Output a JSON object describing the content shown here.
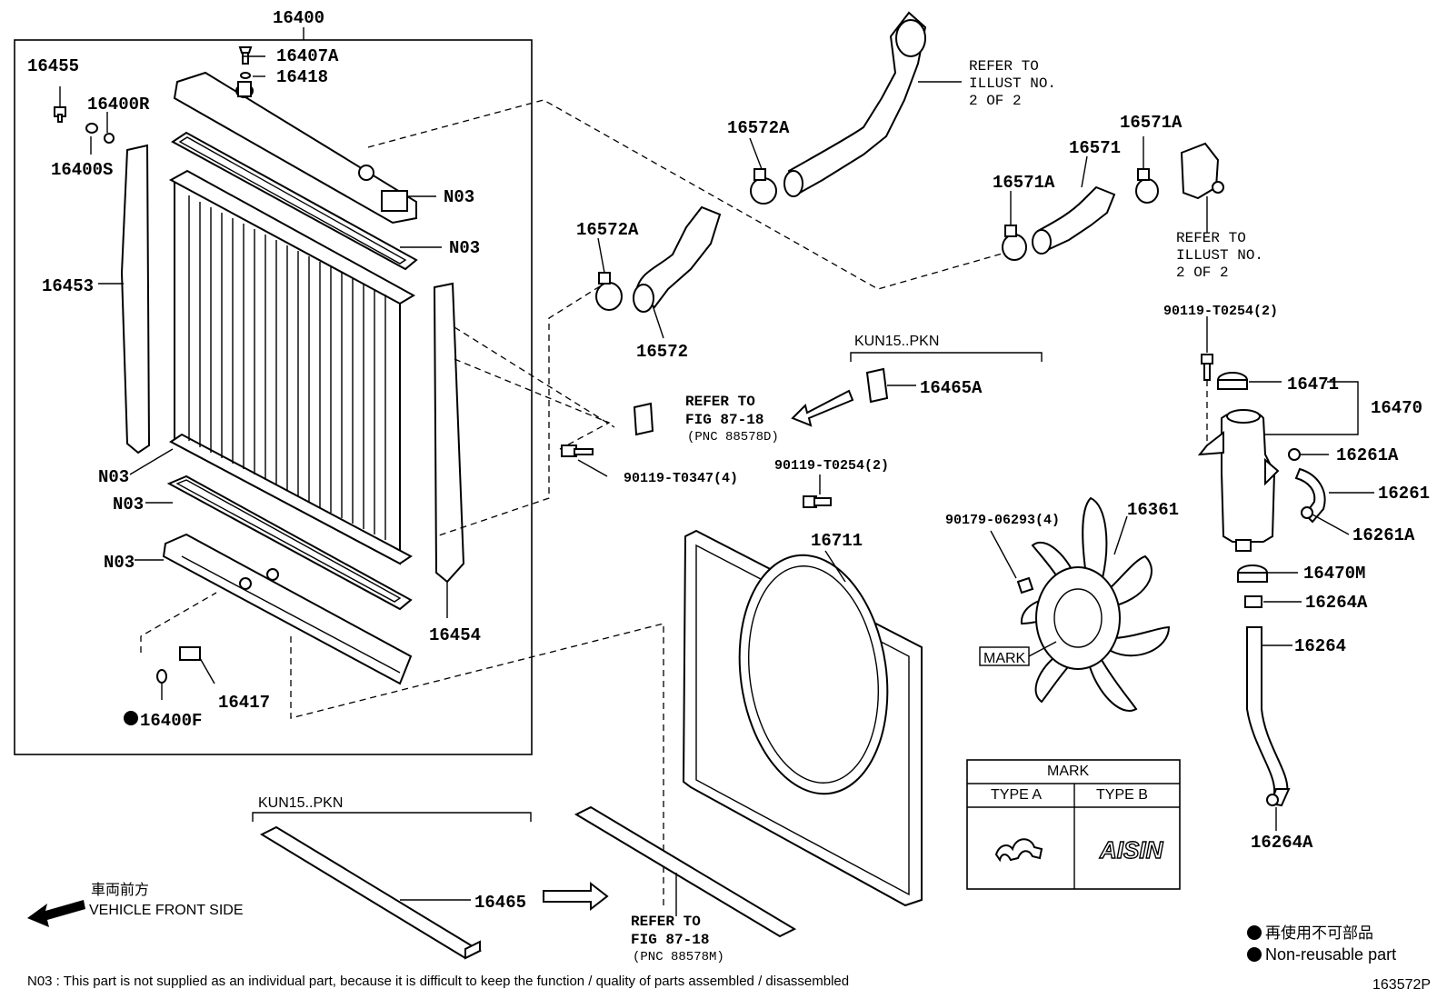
{
  "parts": {
    "p16400": "16400",
    "p16407A": "16407A",
    "p16418": "16418",
    "p16455": "16455",
    "p16400R": "16400R",
    "p16400S": "16400S",
    "p16453": "16453",
    "p16454": "16454",
    "p16417": "16417",
    "p16400F": "16400F",
    "n03": "N03",
    "p16572A": "16572A",
    "p16572": "16572",
    "p16571A": "16571A",
    "p16571": "16571",
    "p16465A": "16465A",
    "p16465": "16465",
    "p16471": "16471",
    "p16470": "16470",
    "p16261A": "16261A",
    "p16261": "16261",
    "p16470M": "16470M",
    "p16264A": "16264A",
    "p16264": "16264",
    "p16361": "16361",
    "p16711": "16711",
    "b_T0347": "90119-T0347(4)",
    "b_T0254": "90119-T0254(2)",
    "b_06293": "90179-06293(4)"
  },
  "refs": {
    "refer_to": "REFER TO",
    "illust_no": "ILLUST NO.",
    "two_of_two": "2 OF 2",
    "fig_87_18": "FIG 87-18",
    "pnc_d": "(PNC 88578D)",
    "pnc_m": "(PNC 88578M)"
  },
  "notes": {
    "kun15": "KUN15..PKN",
    "mark_label": "MARK",
    "vehicle_front_jp": "車両前方",
    "vehicle_front_en": "VEHICLE FRONT SIDE",
    "nonreusable_jp": "再使用不可部品",
    "nonreusable_en": "Non-reusable part",
    "footnote": "N03 : This part is not supplied as an individual part, because it is difficult to keep the function / quality of parts assembled / disassembled",
    "diagram_id": "163572P"
  },
  "mark_table": {
    "title": "MARK",
    "col_a": "TYPE A",
    "col_b": "TYPE B",
    "logo_b": "AISIN"
  }
}
